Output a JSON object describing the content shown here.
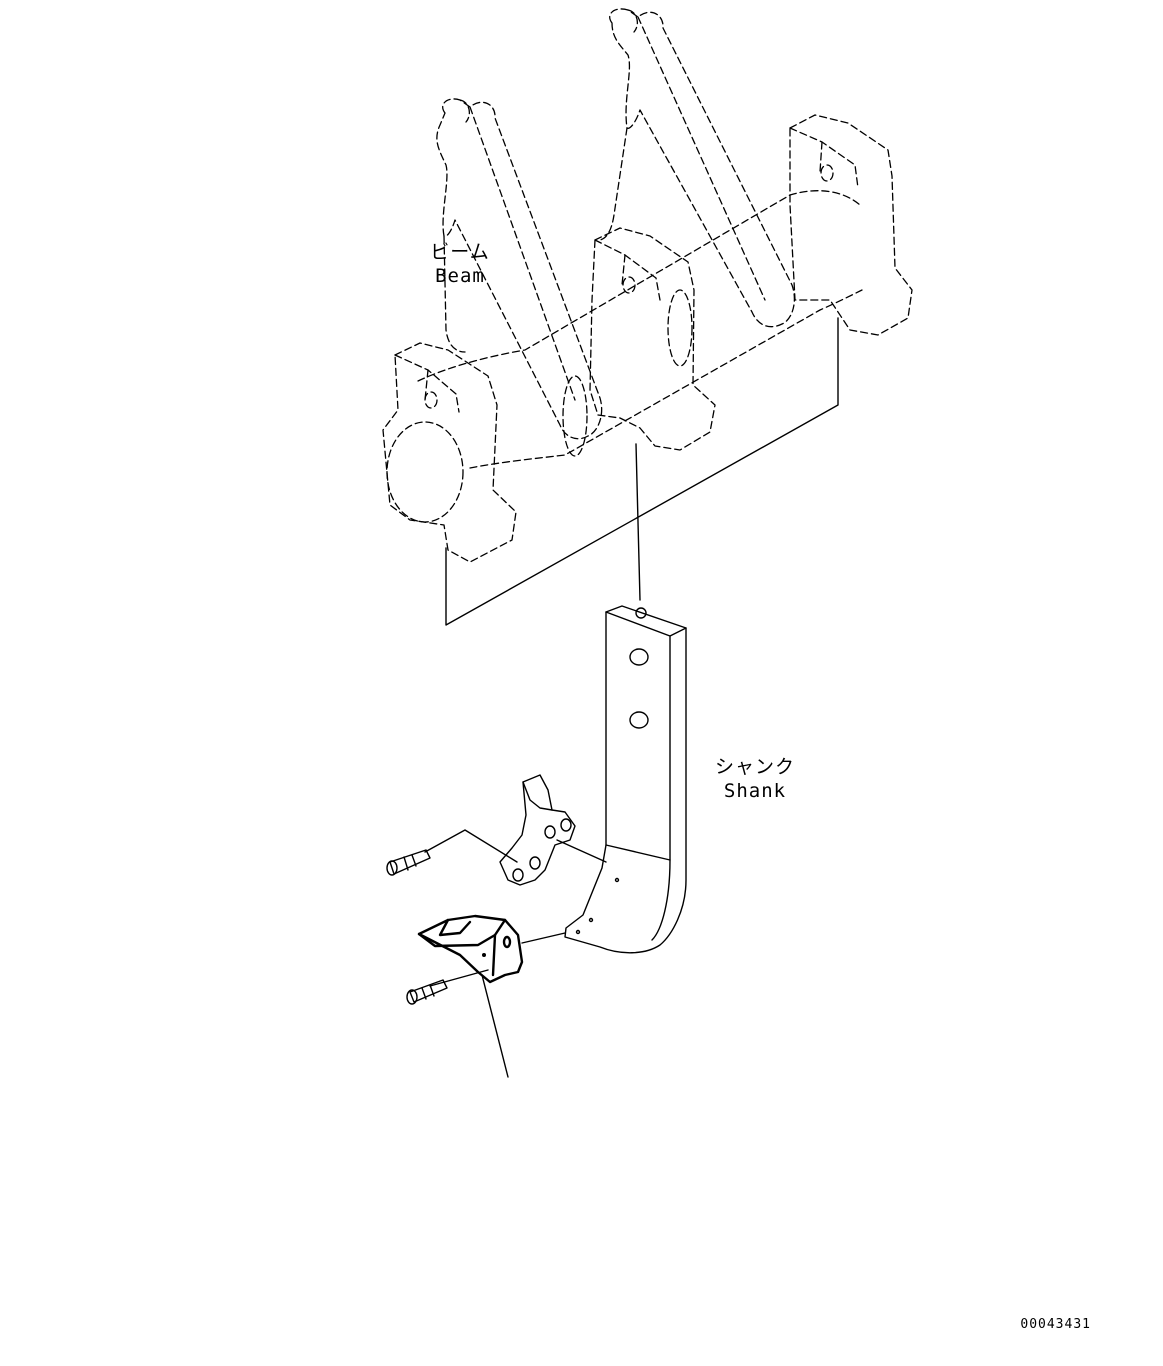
{
  "labels": {
    "beam_ja": "ビーム",
    "beam_en": "Beam",
    "shank_ja": "シャンク",
    "shank_en": "Shank"
  },
  "drawing_number": "00043431"
}
